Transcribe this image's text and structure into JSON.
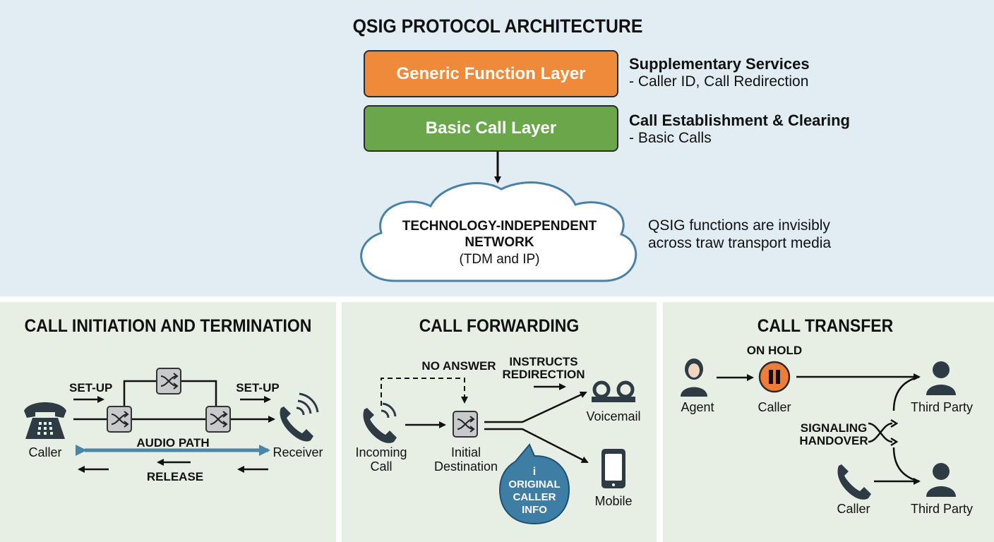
{
  "architecture": {
    "title": "QSIG PROTOCOL ARCHITECTURE",
    "layers": [
      {
        "label": "Generic Function Layer",
        "color": "#ef8a3a",
        "side_title": "Supplementary Services",
        "side_text": "- Caller ID, Call Redirection"
      },
      {
        "label": "Basic Call Layer",
        "color": "#6aa74b",
        "side_title": "Call Establishment & Clearing",
        "side_text": "- Basic Calls"
      }
    ],
    "network": {
      "title_line1": "TECHNOLOGY-INDEPENDENT",
      "title_line2": "NETWORK",
      "subtitle": "(TDM and IP)"
    },
    "note_line1": "QSIG functions are invisibly",
    "note_line2": "across traw transport media"
  },
  "panels": {
    "initiation": {
      "title": "CALL INITIATION AND TERMINATION",
      "setup_left": "SET-UP",
      "setup_right": "SET-UP",
      "caller": "Caller",
      "receiver": "Receiver",
      "audio_path": "AUDIO PATH",
      "release": "RELEASE"
    },
    "forwarding": {
      "title": "CALL FORWARDING",
      "no_answer": "NO ANSWER",
      "instructs_line1": "INSTRUCTS",
      "instructs_line2": "REDIRECTION",
      "voicemail": "Voicemail",
      "mobile": "Mobile",
      "incoming_line1": "Incoming",
      "incoming_line2": "Call",
      "initial_line1": "Initial",
      "initial_line2": "Destination",
      "bubble_icon": "i",
      "bubble_line1": "ORIGINAL",
      "bubble_line2": "CALLER",
      "bubble_line3": "INFO"
    },
    "transfer": {
      "title": "CALL TRANSFER",
      "on_hold": "ON HOLD",
      "agent": "Agent",
      "caller_held": "Caller",
      "third_party_top": "Third Party",
      "signaling_line1": "SIGNALING",
      "signaling_line2": "HANDOVER",
      "caller_bottom": "Caller",
      "third_party_bottom": "Third Party"
    }
  },
  "colors": {
    "top_bg": "#e1edf3",
    "panel_bg": "#e7efe4",
    "audio_path": "#4a86a8",
    "bubble": "#3e7ea4",
    "hold": "#ef7d3a",
    "switch_fill": "#c7c9cb",
    "cloud_stroke": "#4a82a6"
  }
}
